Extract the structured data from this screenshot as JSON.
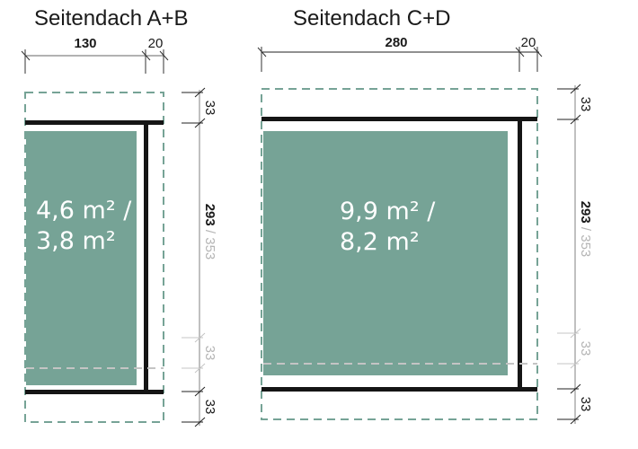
{
  "colors": {
    "panel_fill": "#76a396",
    "dashed_outline": "#76a396",
    "beam": "#151515",
    "dim_line": "#808080",
    "secondary_dim": "#b5b5b5",
    "area_text": "#ffffff"
  },
  "roof_ab": {
    "title": "Seitendach A+B",
    "width_main": "130",
    "width_overhang": "20",
    "height_top": "33",
    "height_main": "293",
    "height_separator": " / ",
    "height_alt": "353",
    "height_mid_gray": "33",
    "height_bottom": "33",
    "area_line1": "4,6 m² /",
    "area_line2": "3,8 m²"
  },
  "roof_cd": {
    "title": "Seitendach C+D",
    "width_main": "280",
    "width_overhang": "20",
    "height_top": "33",
    "height_main": "293",
    "height_separator": " / ",
    "height_alt": "353",
    "height_mid_gray": "33",
    "height_bottom": "33",
    "area_line1": "9,9 m² /",
    "area_line2": "8,2 m²"
  }
}
